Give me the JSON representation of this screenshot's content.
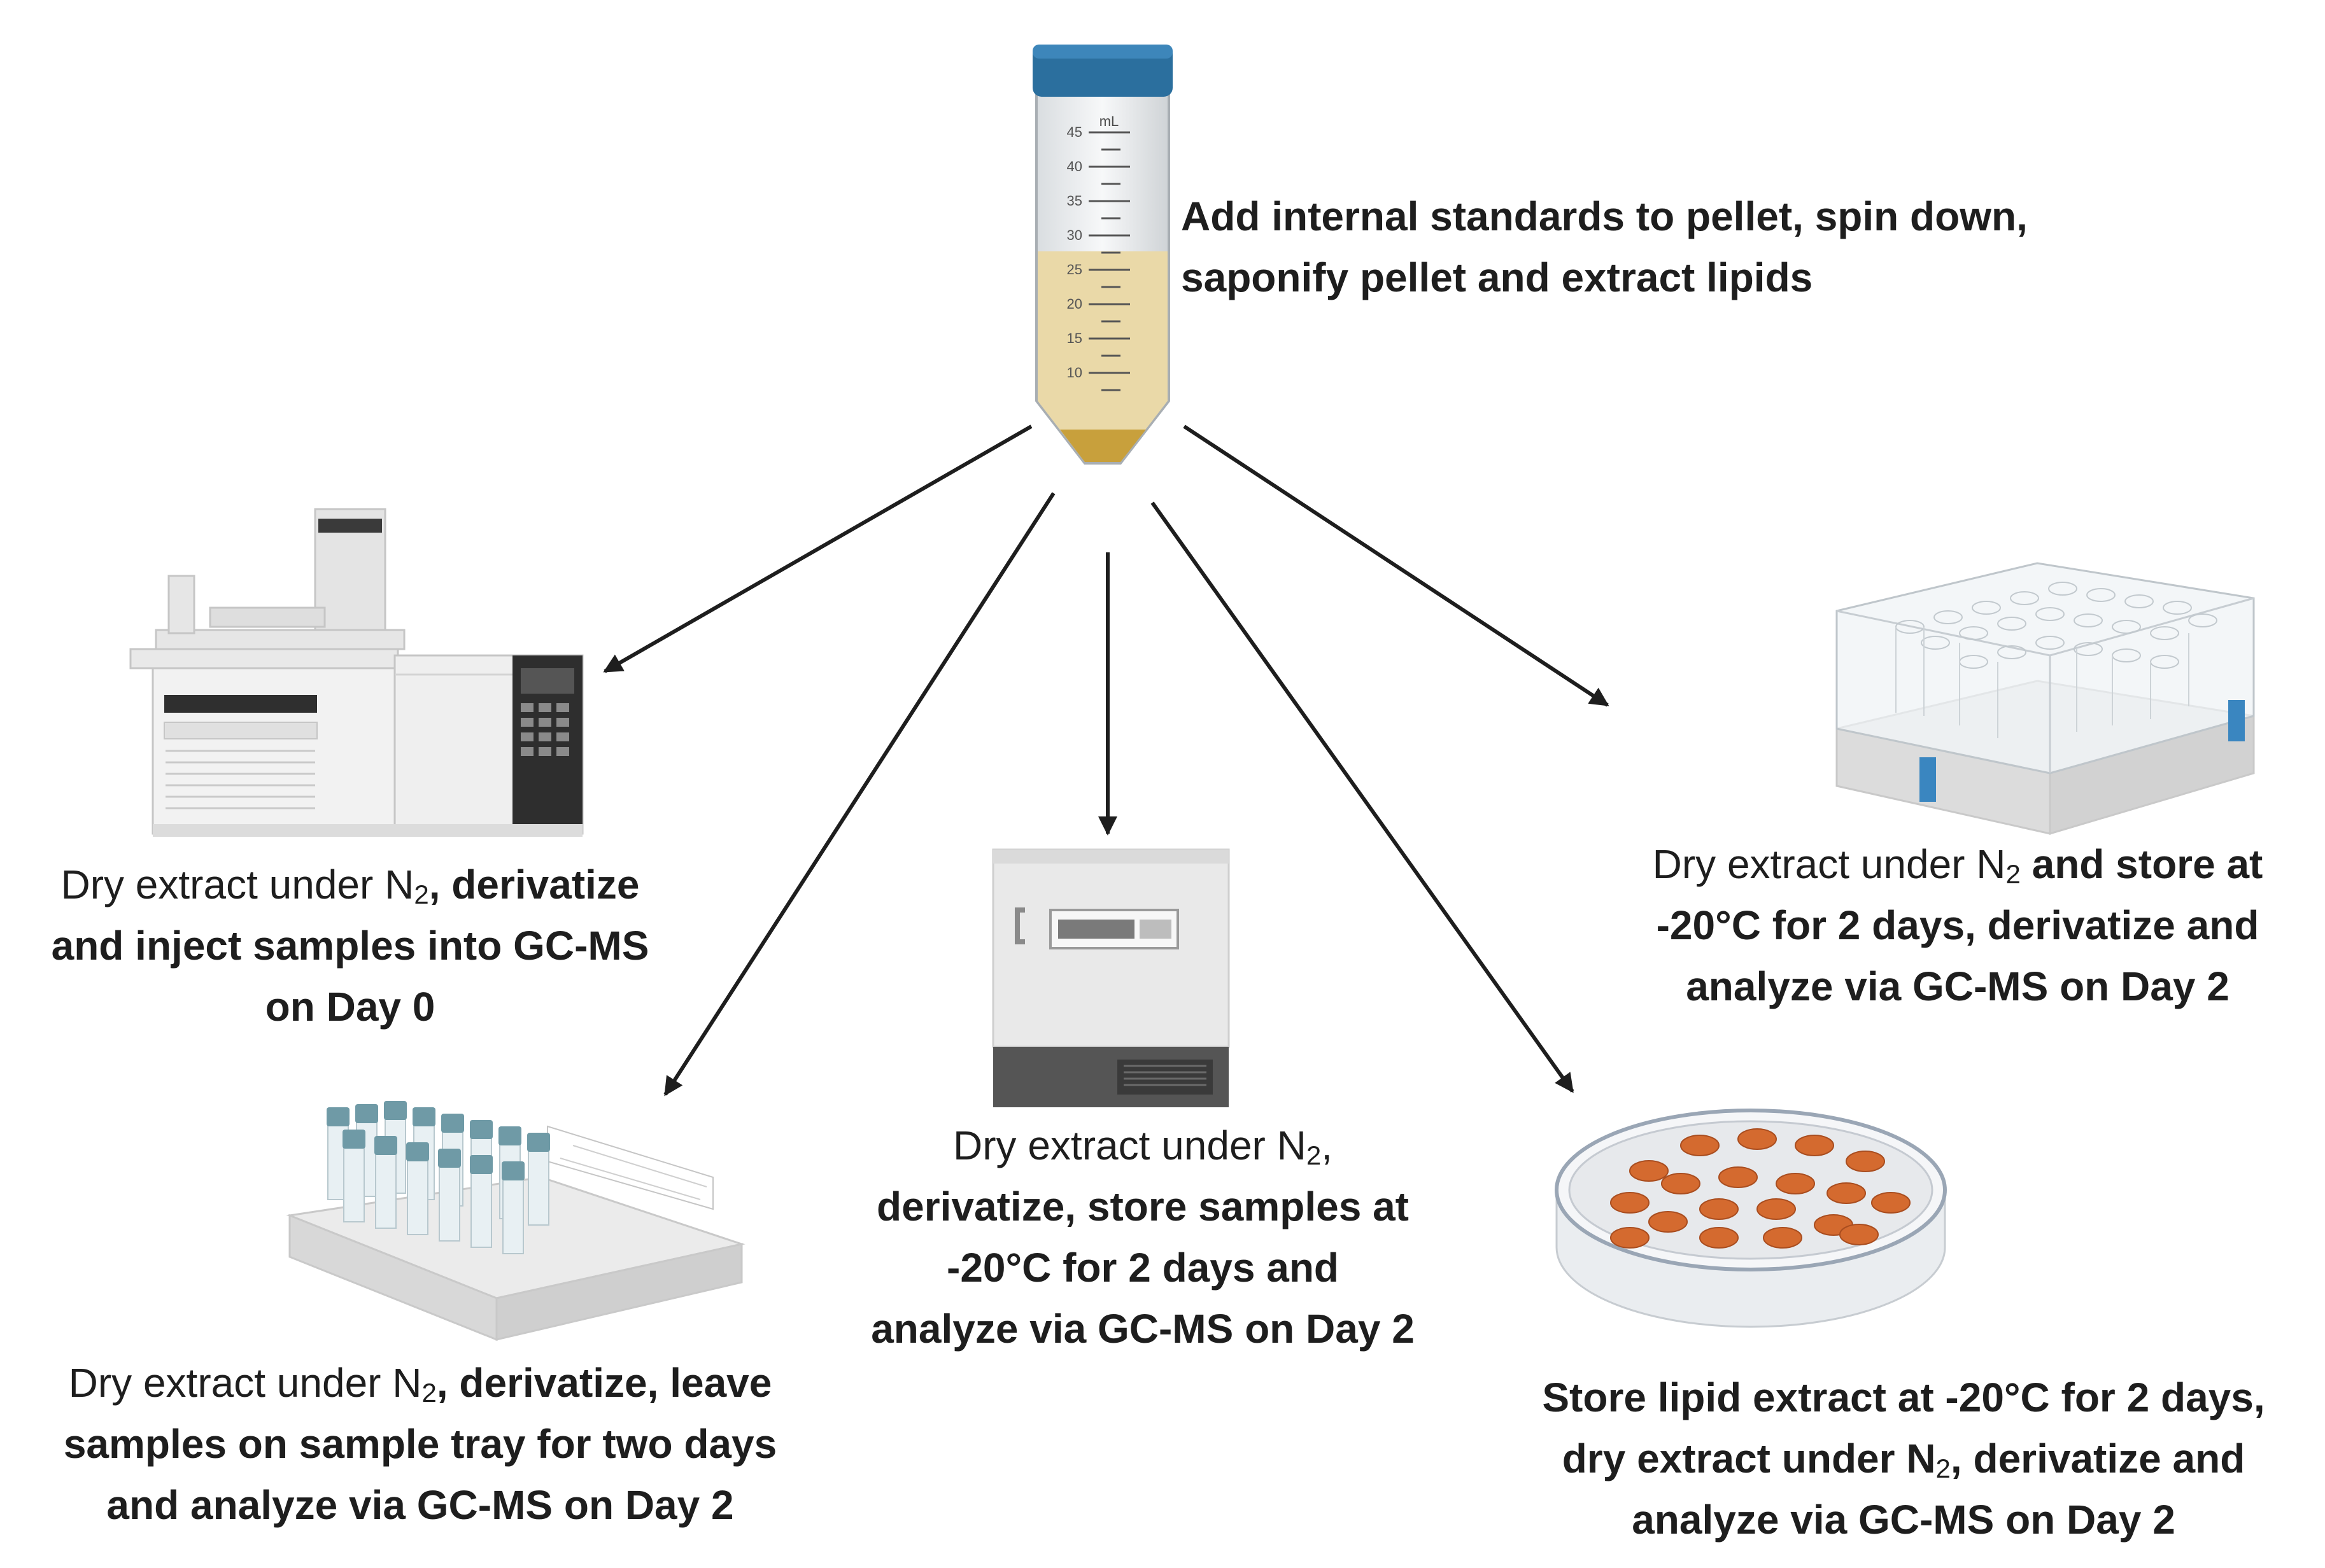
{
  "tube": {
    "unit": "mL",
    "marks": [
      "45",
      "40",
      "35",
      "30",
      "25",
      "20",
      "15",
      "10"
    ],
    "caption": [
      "Add internal standards to pellet, spin down,",
      "saponify pellet and extract lipids"
    ]
  },
  "gcms": {
    "line1_plain": "Dry extract under N",
    "sub": "2",
    "line1_bold": ", derivatize",
    "line2": "and inject samples into GC-MS",
    "line3": "on Day 0"
  },
  "tray": {
    "line1_plain": "Dry extract under N",
    "sub": "2",
    "line1_bold": ", derivatize, leave",
    "line2": "samples on sample tray for two days",
    "line3": "and analyze via GC-MS on Day 2"
  },
  "freezer": {
    "line1_plain": "Dry extract under N",
    "sub": "2",
    "line1_tail": ",",
    "line2": "derivatize, store samples at",
    "line3": "-20°C for 2 days and",
    "line4": "analyze via GC-MS on Day 2"
  },
  "box": {
    "line1_plain": "Dry extract under N",
    "sub": "2",
    "line1_bold": " and store at",
    "line2": "-20°C for 2 days, derivatize and",
    "line3": "analyze via GC-MS on Day 2"
  },
  "dish": {
    "line1": "Store lipid extract at -20°C for 2 days,",
    "line2_a": "dry extract under N",
    "sub": "2",
    "line2_b": ", derivatize and",
    "line3": "analyze via GC-MS on Day 2"
  },
  "colors": {
    "arrow": "#1e1e1e",
    "tube_cap": "#2b6f9e",
    "liquid": "#ead9a8",
    "pellet": "#c8a03c",
    "instrument": "#eeeeee",
    "rack_caps": "#6f9aa6",
    "dish_caps": "#c9612c",
    "box_clip": "#3a86c0"
  }
}
